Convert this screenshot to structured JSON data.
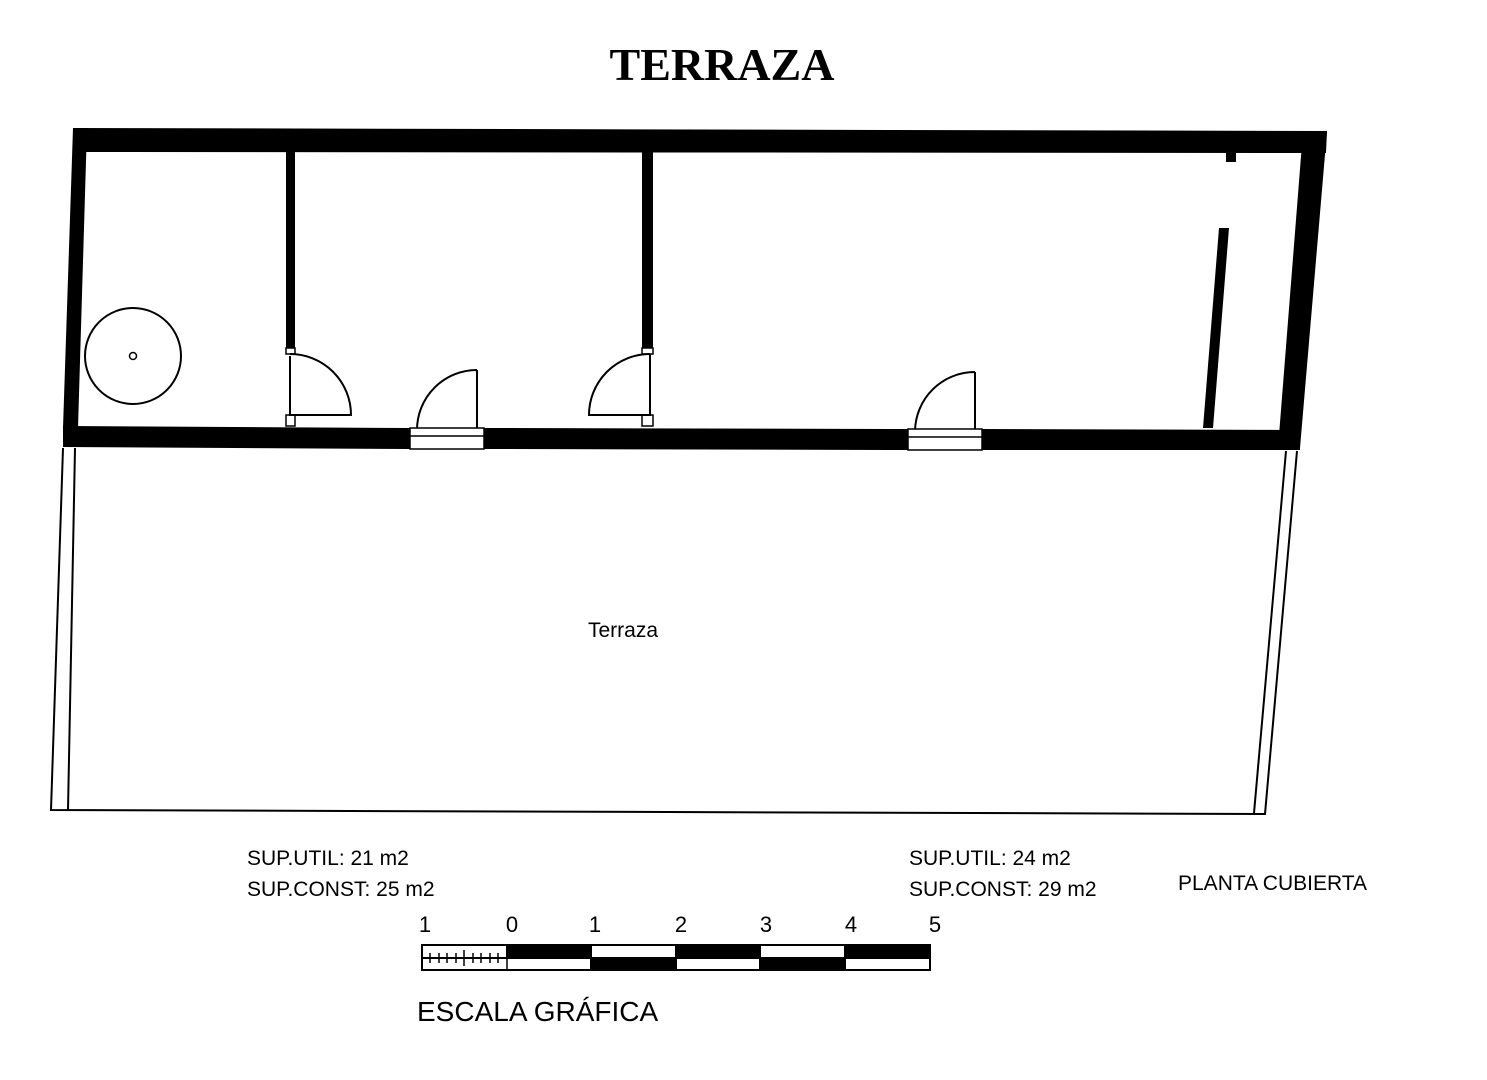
{
  "drawing": {
    "title": "TERRAZA",
    "room_label": "Terraza",
    "plan_name": "PLANTA CUBIERTA"
  },
  "areas": [
    {
      "util": "SUP.UTIL: 21 m2",
      "const": "SUP.CONST: 25 m2"
    },
    {
      "util": "SUP.UTIL: 24 m2",
      "const": "SUP.CONST: 29 m2"
    }
  ],
  "scale": {
    "label": "ESCALA GRÁFICA",
    "ticks": [
      "1",
      "0",
      "1",
      "2",
      "3",
      "4",
      "5"
    ]
  },
  "colors": {
    "ink": "#000000",
    "paper": "#ffffff"
  }
}
